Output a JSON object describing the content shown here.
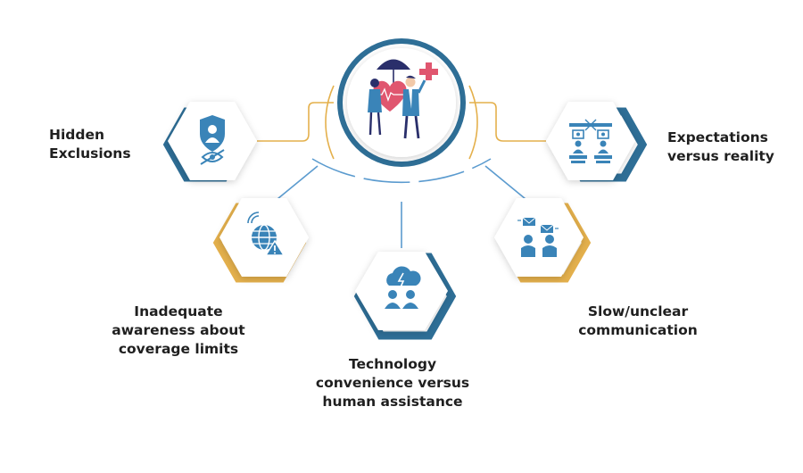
{
  "center": {
    "icon": "umbrella-heart-couple-icon",
    "colors": {
      "ring": "#2e6e96",
      "umbrella": "#2a2f6b",
      "heart": "#e0566f",
      "cross": "#e0566f"
    }
  },
  "colors": {
    "blue": "#2e6e96",
    "gold": "#e4b04c",
    "icon_blue": "#3a84b8",
    "connector_blue": "#5b9bcf",
    "text": "#1f1f1f"
  },
  "items": [
    {
      "label": "Hidden\nExclusions",
      "icon": "shield-user-eye-slash-icon",
      "border": "blue"
    },
    {
      "label": "Inadequate\nawareness about\ncoverage limits",
      "icon": "globe-signal-warning-icon",
      "border": "gold"
    },
    {
      "label": "Technology\nconvenience versus\nhuman assistance",
      "icon": "cloud-lightning-people-icon",
      "border": "blue"
    },
    {
      "label": "Slow/unclear\ncommunication",
      "icon": "people-messages-icon",
      "border": "gold"
    },
    {
      "label": "Expectations\nversus reality",
      "icon": "monitors-people-compare-icon",
      "border": "blue"
    }
  ]
}
